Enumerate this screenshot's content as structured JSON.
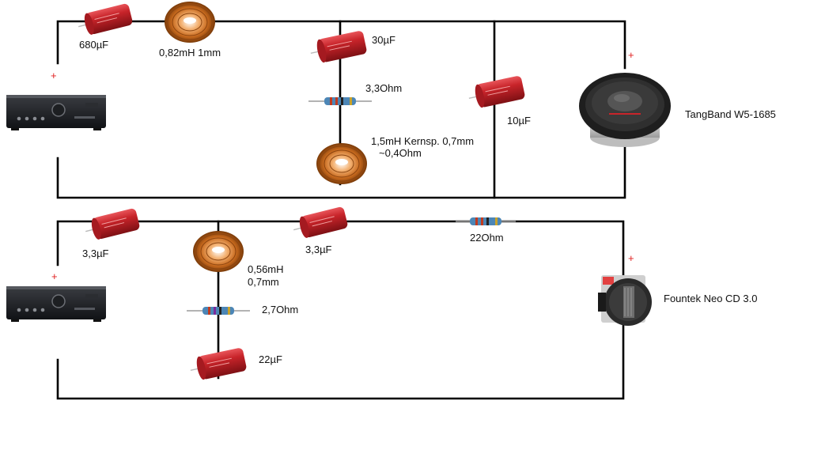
{
  "labels": {
    "c_680": "680µF",
    "l_082": "0,82mH 1mm",
    "c_30": "30µF",
    "r_33": "3,3Ohm",
    "l_15_a": "1,5mH Kernsp. 0,7mm",
    "l_15_b": "~0,4Ohm",
    "c_10": "10µF",
    "woofer": "TangBand W5-1685",
    "c_33_a": "3,3µF",
    "c_33_b": "3,3µF",
    "r_22": "22Ohm",
    "l_056_a": "0,56mH",
    "l_056_b": "0,7mm",
    "r_27": "2,7Ohm",
    "c_22": "22µF",
    "tweeter": "Fountek Neo CD 3.0"
  },
  "polarity": {
    "amp_top": "+",
    "woofer": "+",
    "amp_bottom": "+",
    "tweeter": "+"
  },
  "colors": {
    "capacitor": "#c8242a",
    "inductor": "#c86a1e",
    "resistor": "#4c86b6",
    "wire": "#000000",
    "polarity": "#e02020"
  }
}
